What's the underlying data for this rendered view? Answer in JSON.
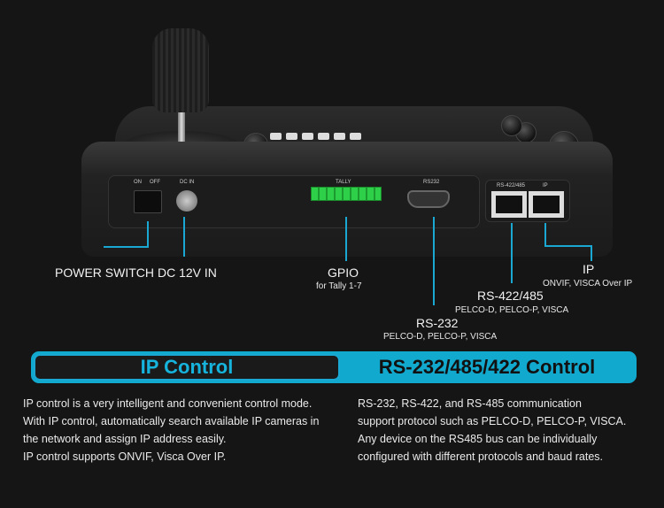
{
  "device": {
    "switch_on": "ON",
    "switch_off": "OFF",
    "dc_in": "DC IN",
    "tally": "TALLY",
    "rs232": "RS232",
    "rs422": "RS-422/485",
    "ip": "IP"
  },
  "callouts": {
    "power_switch": "POWER SWITCH",
    "dc": "DC 12V IN",
    "gpio": "GPIO",
    "gpio_sub": "for Tally 1-7",
    "rs232": "RS-232",
    "rs232_sub": "PELCO-D, PELCO-P, VISCA",
    "rs422": "RS-422/485",
    "rs422_sub": "PELCO-D, PELCO-P, VISCA",
    "ip": "IP",
    "ip_sub": "ONVIF, VISCA Over IP"
  },
  "banner": {
    "left": "IP Control",
    "right": "RS-232/485/422 Control"
  },
  "left_text": [
    "IP control is a very intelligent and convenient control mode.",
    "With IP control, automatically search available IP cameras in",
    "the network and assign IP address easily.",
    "IP control supports ONVIF, Visca Over IP."
  ],
  "right_text": [
    "RS-232, RS-422, and RS-485 communication",
    "support protocol such as PELCO-D, PELCO-P, VISCA.",
    "Any device on the RS485 bus can be individually",
    "configured with different protocols and baud rates."
  ],
  "colors": {
    "accent": "#12a9cf",
    "background": "#151515"
  }
}
